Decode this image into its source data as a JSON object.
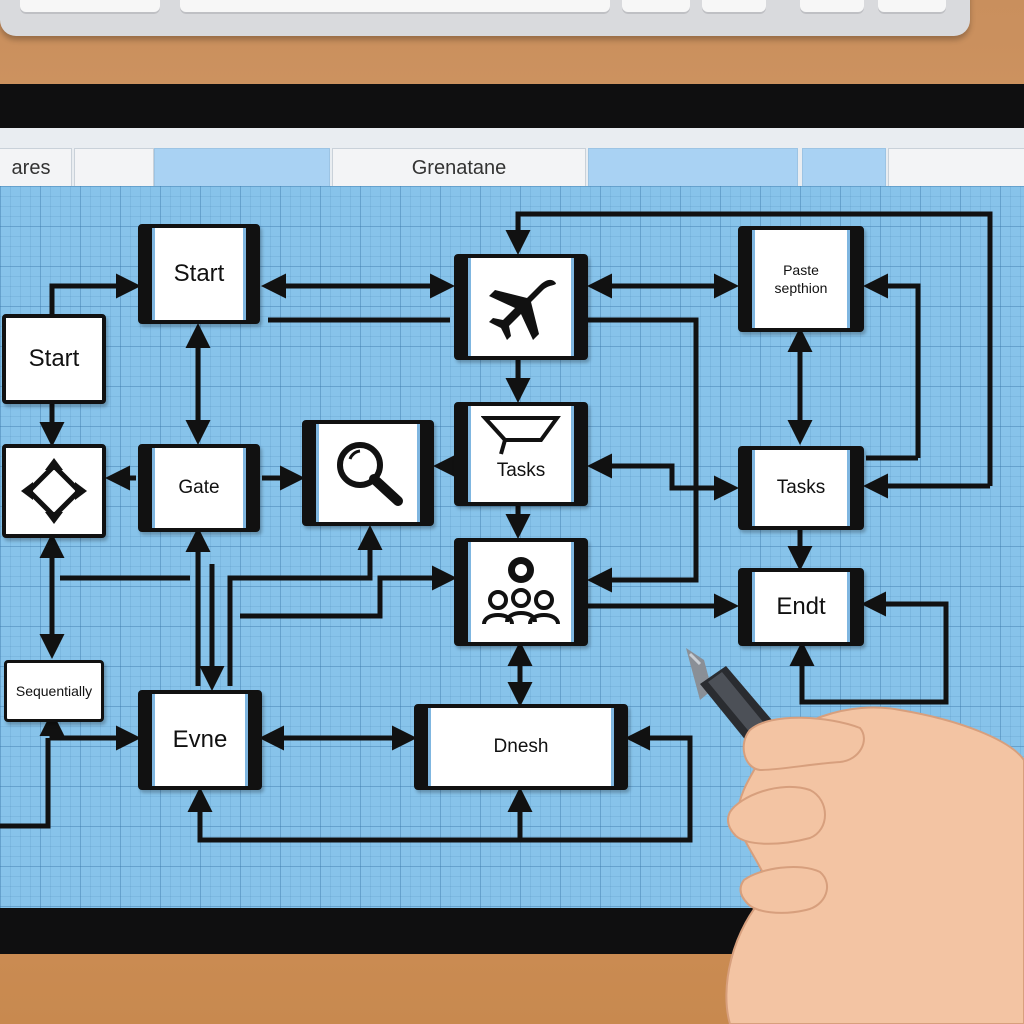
{
  "tabs": [
    {
      "id": "tab-shares",
      "label": "ares",
      "style": "plain"
    },
    {
      "id": "tab-blank-1",
      "label": "",
      "style": "plain"
    },
    {
      "id": "tab-blue-1",
      "label": "",
      "style": "blue"
    },
    {
      "id": "tab-grenatane",
      "label": "Grenatane",
      "style": "plain"
    },
    {
      "id": "tab-blue-2",
      "label": "",
      "style": "blue"
    },
    {
      "id": "tab-blue-3",
      "label": "",
      "style": "blue"
    },
    {
      "id": "tab-blank-2",
      "label": "",
      "style": "plain"
    }
  ],
  "nodes": {
    "start_top": "Start",
    "start_left": "Start",
    "gate": "Gate",
    "tasks_center": "Tasks",
    "paste_section": "Paste\nsepthion",
    "tasks_right": "Tasks",
    "endt": "Endt",
    "sequentially": "Sequentially",
    "evne": "Evne",
    "dnesh": "Dnesh"
  },
  "icons": {
    "flight": "airplane-icon",
    "search": "magnifier-icon",
    "cart": "cart-icon",
    "team": "people-icon",
    "expand": "four-arrows-icon"
  },
  "colors": {
    "canvas": "#87c3ea",
    "tab_blue": "#a9d2f3",
    "node_border": "#111111",
    "wire": "#111111"
  }
}
